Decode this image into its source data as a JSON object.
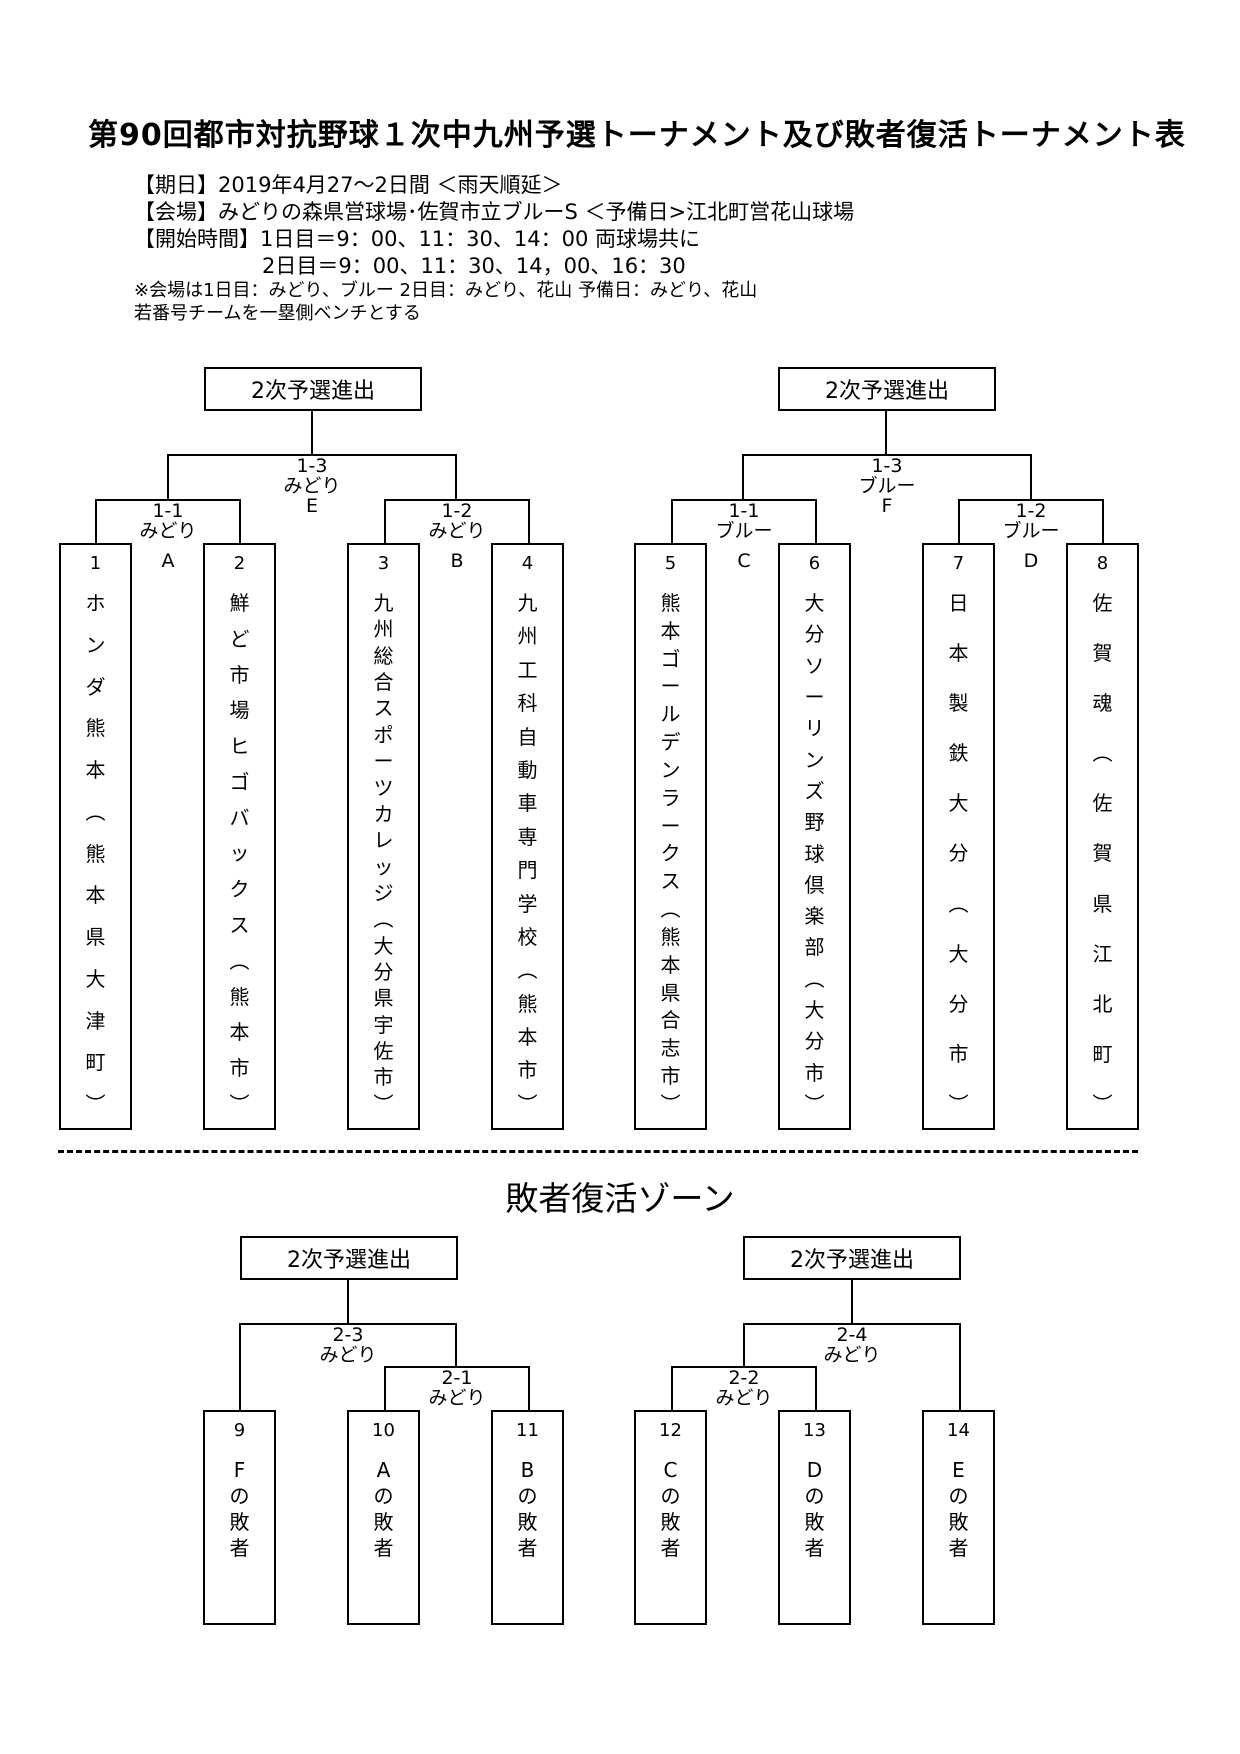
{
  "title": "第90回都市対抗野球１次中九州予選トーナメント及び敗者復活トーナメント表",
  "info": {
    "period": "【期日】2019年4月27～2日間 ＜雨天順延＞",
    "venue": "【会場】みどりの森県営球場･佐賀市立ブルーS ＜予備日>江北町営花山球場",
    "start1": "【開始時間】1日目＝9：00、11：30、14：00 両球場共に",
    "start2": "2日目＝9：00、11：30、14，00、16：30",
    "note1": "※会場は1日目：みどり、ブルー 2日目：みどり、花山 予備日：みどり、花山",
    "note2": "若番号チームを一塁側ベンチとする"
  },
  "advance_label": "2次予選進出",
  "main": {
    "left": {
      "final": {
        "code": "1-3",
        "venue": "みどり",
        "tag": "E"
      },
      "semi_a": {
        "code": "1-1",
        "venue": "みどり",
        "tag": "A"
      },
      "semi_b": {
        "code": "1-2",
        "venue": "みどり",
        "tag": "B"
      }
    },
    "right": {
      "final": {
        "code": "1-3",
        "venue": "ブルー",
        "tag": "F"
      },
      "semi_c": {
        "code": "1-1",
        "venue": "ブルー",
        "tag": "C"
      },
      "semi_d": {
        "code": "1-2",
        "venue": "ブルー",
        "tag": "D"
      }
    }
  },
  "teams": [
    {
      "num": "1",
      "name": "ホンダ熊本︵熊本県大津町︶"
    },
    {
      "num": "2",
      "name": "鮮ど市場ヒゴバックス︵熊本市︶"
    },
    {
      "num": "3",
      "name": "九州総合スポーツカレッジ︵大分県宇佐市︶"
    },
    {
      "num": "4",
      "name": "九州工科自動車専門学校︵熊本市︶"
    },
    {
      "num": "5",
      "name": "熊本ゴールデンラークス︵熊本県合志市︶"
    },
    {
      "num": "6",
      "name": "大分ソーリンズ野球倶楽部︵大分市︶"
    },
    {
      "num": "7",
      "name": "日本製鉄大分︵大分市︶"
    },
    {
      "num": "8",
      "name": "佐賀魂︵佐賀県江北町︶"
    }
  ],
  "zone_title": "敗者復活ゾーン",
  "losers": {
    "left": {
      "final": {
        "code": "2-3",
        "venue": "みどり"
      },
      "semi": {
        "code": "2-1",
        "venue": "みどり"
      }
    },
    "right": {
      "final": {
        "code": "2-4",
        "venue": "みどり"
      },
      "semi": {
        "code": "2-2",
        "venue": "みどり"
      }
    },
    "slots": [
      {
        "num": "9",
        "name": "Fの敗者"
      },
      {
        "num": "10",
        "name": "Aの敗者"
      },
      {
        "num": "11",
        "name": "Bの敗者"
      },
      {
        "num": "12",
        "name": "Cの敗者"
      },
      {
        "num": "13",
        "name": "Dの敗者"
      },
      {
        "num": "14",
        "name": "Eの敗者"
      }
    ]
  }
}
